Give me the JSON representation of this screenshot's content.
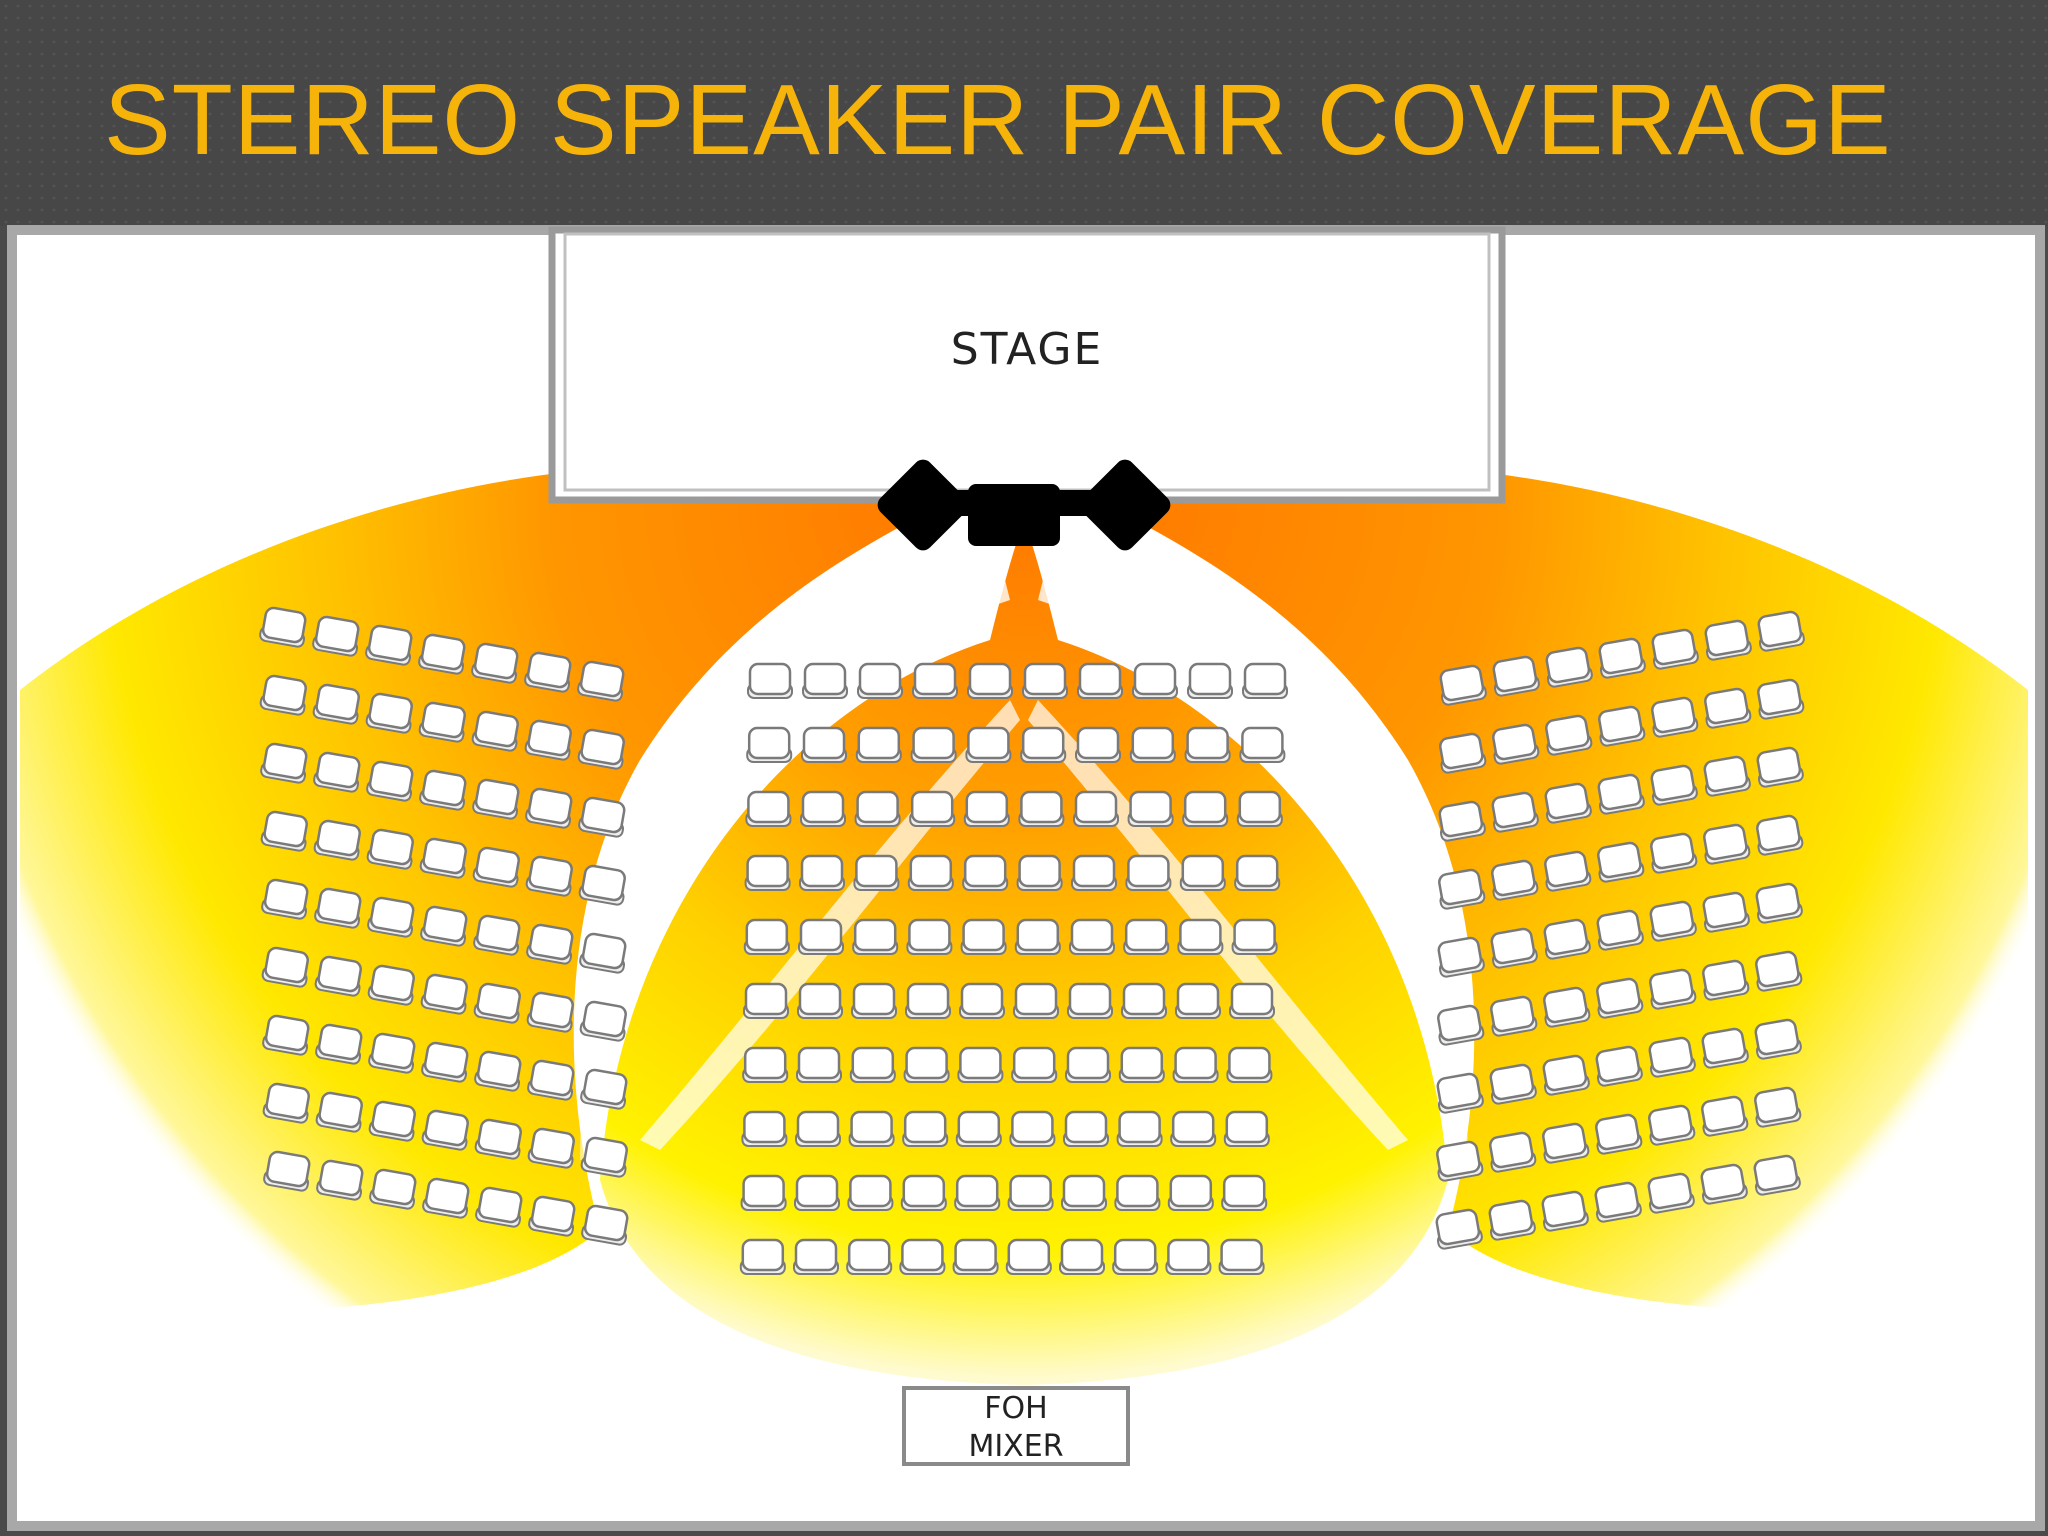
{
  "slide": {
    "title": "STEREO SPEAKER PAIR COVERAGE"
  },
  "diagram": {
    "stage_label": "STAGE",
    "foh_label_line1": "FOH",
    "foh_label_line2": "MIXER",
    "colors": {
      "coverage_hot": "#ff7a00",
      "coverage_mid": "#ffb400",
      "coverage_outer": "#ffe600",
      "room_wall": "#a8a8a8",
      "speaker": "#000000",
      "seat_fill": "#ffffff",
      "seat_outline": "#7a7a7a"
    },
    "seating": {
      "left_section": {
        "rows": 9,
        "seats_per_row": 7
      },
      "center_section": {
        "rows": 10,
        "seats_per_row": 10
      },
      "right_section": {
        "rows": 9,
        "seats_per_row": 7
      }
    },
    "speakers": [
      "speaker-left-icon",
      "speaker-center-icon",
      "speaker-right-icon"
    ]
  }
}
